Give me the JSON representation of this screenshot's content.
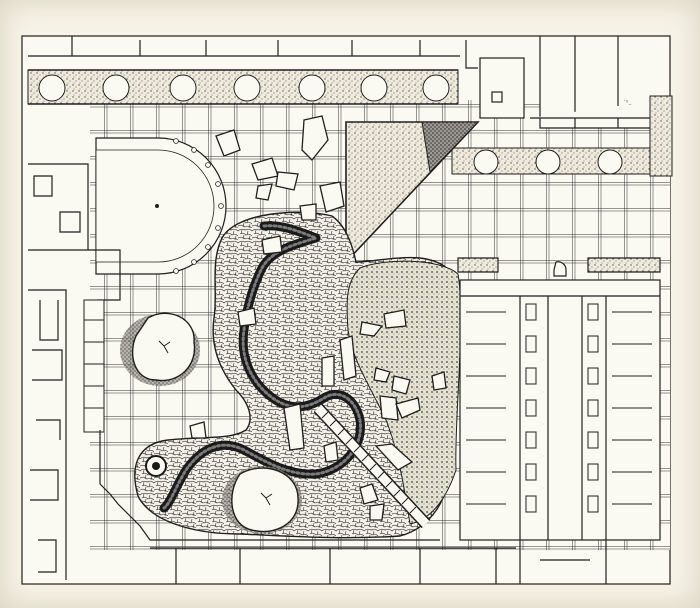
{
  "diagram": {
    "kind": "landscape site plan",
    "colors": {
      "paper": "#f7f3e6",
      "ink": "#1f1f1f",
      "pavement": "#fbfaf2",
      "gravel": "#d9d6c8",
      "stream": "#2a2a2a",
      "shadow_stipple": "#6c6c6c"
    },
    "elements": {
      "trees": [
        "tree-canopy"
      ],
      "water": [
        "stream"
      ],
      "rocks": [
        "boulder"
      ],
      "paths": [
        "stepping-stone-path"
      ],
      "structures": [
        "triangular-planter",
        "building-block",
        "semicircular-plaza",
        "colonnade"
      ]
    }
  }
}
